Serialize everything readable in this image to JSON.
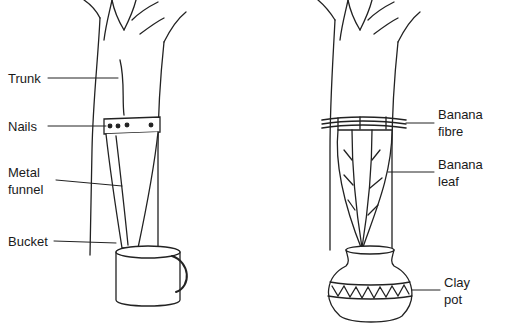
{
  "diagram": {
    "labels": [
      "Trunk",
      "Nails",
      "Metal funnel",
      "Bucket",
      "Banana fibre",
      "Banana leaf",
      "Clay pot"
    ]
  }
}
